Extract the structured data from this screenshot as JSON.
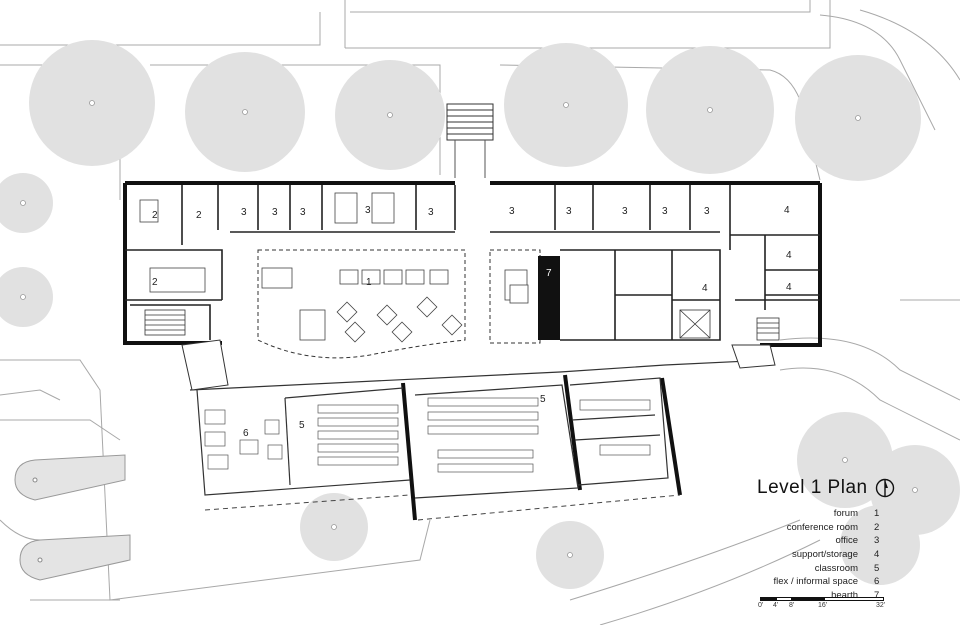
{
  "title": "Level 1 Plan",
  "room_labels": {
    "r2a": "2",
    "r2b": "2",
    "r2c": "2",
    "r3a": "3",
    "r3b": "3",
    "r3c": "3",
    "r3d": "3",
    "r3e": "3",
    "r3f": "3",
    "r3g": "3",
    "r3h": "3",
    "r3i": "3",
    "r3j": "3",
    "r4a": "4",
    "r4b": "4",
    "r4c": "4",
    "r4d": "4",
    "r1": "1",
    "r7": "7",
    "r6": "6",
    "r5a": "5",
    "r5b": "5"
  },
  "legend": [
    {
      "label": "forum",
      "number": "1"
    },
    {
      "label": "conference room",
      "number": "2"
    },
    {
      "label": "office",
      "number": "3"
    },
    {
      "label": "support/storage",
      "number": "4"
    },
    {
      "label": "classroom",
      "number": "5"
    },
    {
      "label": "flex / informal space",
      "number": "6"
    },
    {
      "label": "hearth",
      "number": "7"
    }
  ],
  "scale_bar": {
    "t0": "0'",
    "t1": "4'",
    "t2": "8'",
    "t3": "16'",
    "t4": "32'"
  },
  "colors": {
    "tree": "#e1e1e1",
    "wall": "#111111",
    "line": "#9a9a9a"
  }
}
